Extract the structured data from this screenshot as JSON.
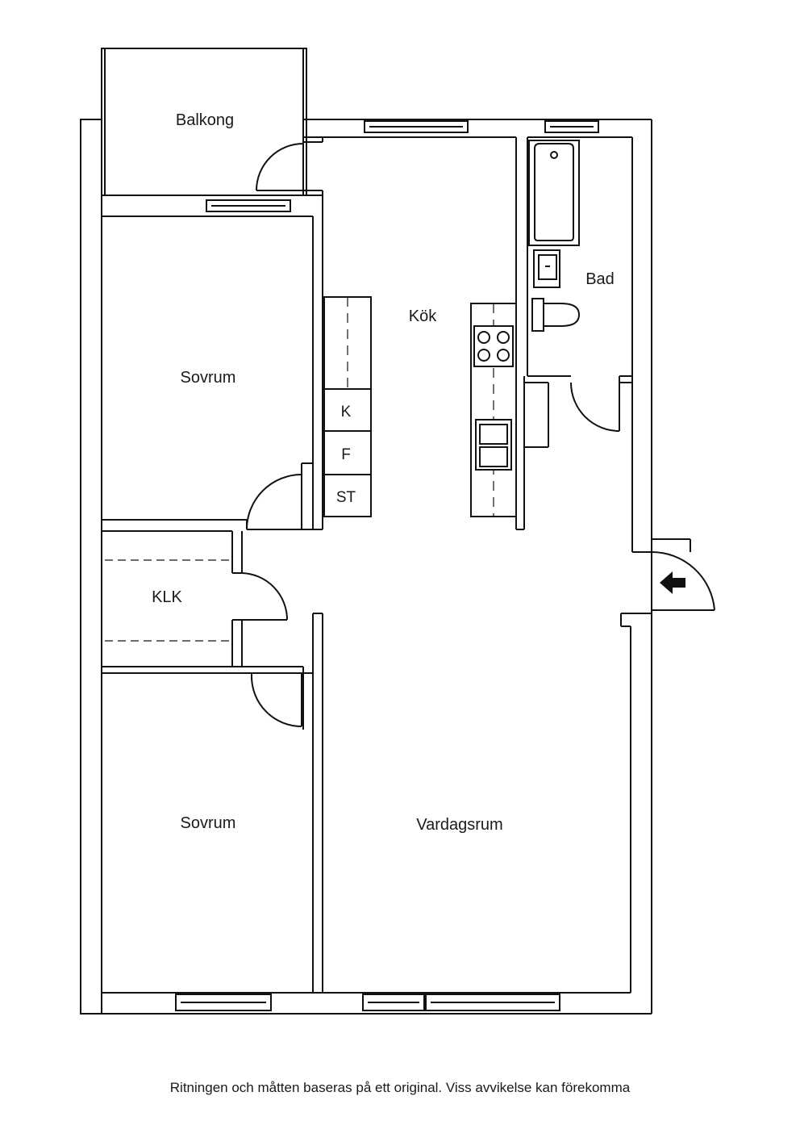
{
  "rooms": {
    "balkong": "Balkong",
    "kok": "Kök",
    "bad": "Bad",
    "sovrum_top": "Sovrum",
    "klk": "KLK",
    "sovrum_bottom": "Sovrum",
    "vardagsrum": "Vardagsrum"
  },
  "kitchen_units": {
    "k": "K",
    "f": "F",
    "st": "ST"
  },
  "disclaimer": "Ritningen och måtten baseras på ett original. Viss avvikelse kan förekomma",
  "icons": {
    "entrance": "arrow-left-icon"
  }
}
